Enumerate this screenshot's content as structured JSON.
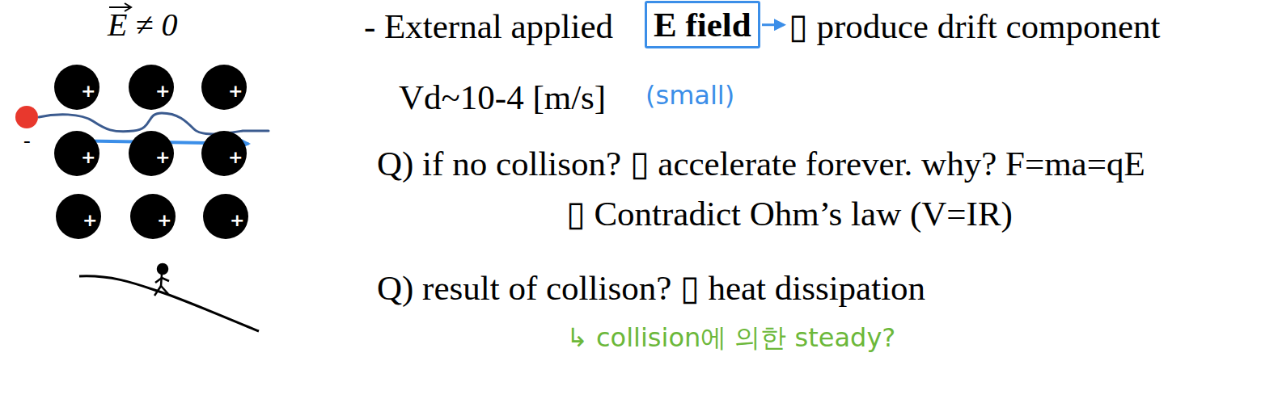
{
  "diagram": {
    "nodes": [
      {
        "text": [
          "+"
        ]
      },
      {
        "text": [
          "+"
        ]
      },
      {
        "text": [
          "+"
        ]
      },
      {
        "text": [
          "-"
        ]
      },
      {
        "text": [
          "+"
        ]
      },
      {
        "text": [
          "+"
        ]
      },
      {
        "text": [
          "+"
        ]
      },
      {
        "text": [
          "+"
        ]
      },
      {
        "text": [
          "+"
        ]
      },
      {
        "text": [
          "+"
        ]
      },
      {
        "text": [
          "E field"
        ]
      }
    ],
    "labels": [
      "E ≠ 0",
      "- External applied",
      "▯ produce drift component",
      "Vd~10-4 [m/s]",
      "(small)",
      "Q) if no collison? ▯ accelerate forever. why? F=ma=qE",
      "▯ Contradict Ohm’s law (V=IR)",
      "Q) result of collison? ▯ heat dissipation",
      "↳ collision에 의한 steady?"
    ]
  }
}
